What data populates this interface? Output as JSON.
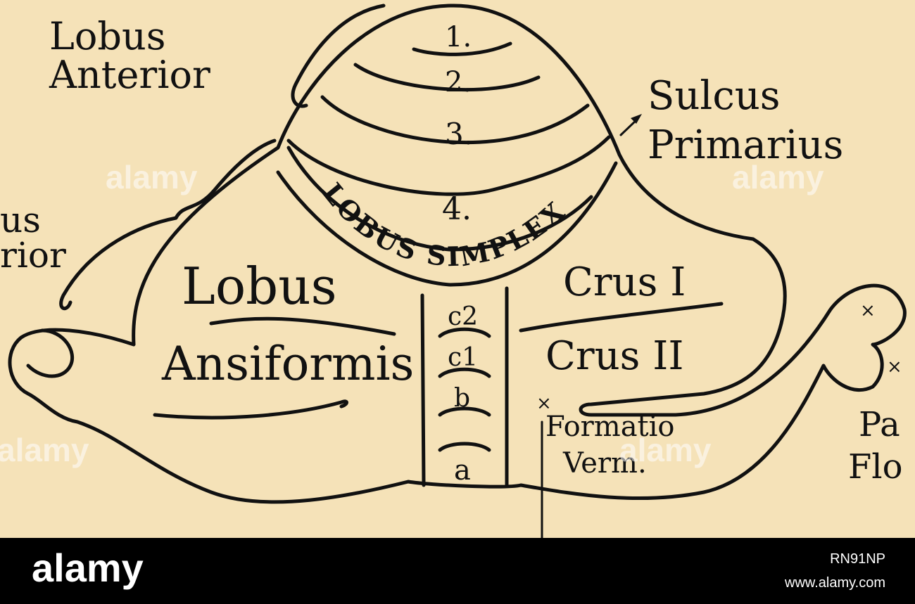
{
  "diagram": {
    "labels": {
      "lobus_anterior": [
        "Lobus",
        "Anterior"
      ],
      "sulcus_primarius": [
        "Sulcus",
        "Primarius"
      ],
      "lobus_left_partial": [
        "us",
        "rior"
      ],
      "lobule_1": "1.",
      "lobule_2": "2.",
      "lobule_3": "3.",
      "lobule_4": "4.",
      "lobus_simplex": "LOBUS SIMPLEX",
      "lobus_ansiformis": [
        "Lobus",
        "Ansiformis"
      ],
      "crus_1": "Crus I",
      "crus_2": "Crus II",
      "vermis_c2": "c2",
      "vermis_c1": "c1",
      "vermis_b": "b",
      "vermis_a": "a",
      "formatio_vermicularis": [
        "Formatio",
        "Verm."
      ],
      "paraflocculus_partial": [
        "Pa",
        "Flo"
      ]
    },
    "colors": {
      "paper": "#f5e2b8",
      "ink": "#111111"
    }
  },
  "watermark": {
    "overlay_text": "alamy",
    "brand": "alamy",
    "image_id": "RN91NP",
    "site": "www.alamy.com"
  }
}
